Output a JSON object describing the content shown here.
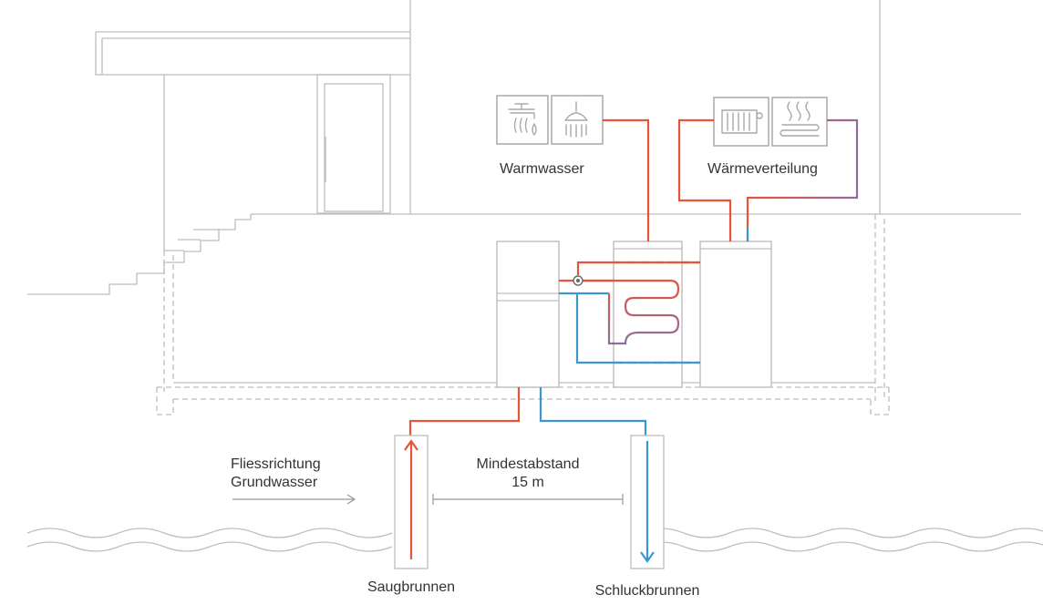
{
  "labels": {
    "warmwasser": "Warmwasser",
    "waermeverteilung": "Wärmeverteilung",
    "flow_line1": "Fliessrichtung",
    "flow_line2": "Grundwasser",
    "distance_line1": "Mindestabstand",
    "distance_line2": "15 m",
    "saugbrunnen": "Saugbrunnen",
    "schluckbrunnen": "Schluckbrunnen"
  },
  "icons": [
    "faucet-icon",
    "shower-icon",
    "radiator-icon",
    "floor-heating-icon"
  ],
  "colors": {
    "hot_pipe": "#e8533a",
    "cold_pipe": "#3c97cf",
    "outline": "#bdbdbd",
    "text": "#333333"
  }
}
